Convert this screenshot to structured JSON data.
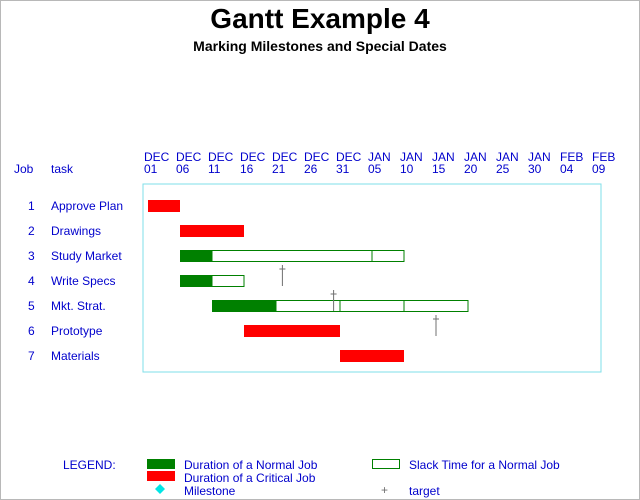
{
  "title": "Gantt Example 4",
  "subtitle": "Marking Milestones and Special Dates",
  "colors": {
    "text": "#0000cc",
    "frame": "#7fdfe8",
    "normal": "#008000",
    "critical": "#ff0000",
    "slack_stroke": "#008000",
    "milestone": "#00e5e5",
    "target": "#707070"
  },
  "chart_data": {
    "type": "gantt",
    "title": "Gantt Example 4",
    "subtitle": "Marking Milestones and Special Dates",
    "columns": [
      "Job",
      "task"
    ],
    "axis": {
      "start": "2023-12-01",
      "end": "2024-02-09",
      "ticks": [
        {
          "date": "2023-12-01",
          "month": "DEC",
          "day": "01"
        },
        {
          "date": "2023-12-06",
          "month": "DEC",
          "day": "06"
        },
        {
          "date": "2023-12-11",
          "month": "DEC",
          "day": "11"
        },
        {
          "date": "2023-12-16",
          "month": "DEC",
          "day": "16"
        },
        {
          "date": "2023-12-21",
          "month": "DEC",
          "day": "21"
        },
        {
          "date": "2023-12-26",
          "month": "DEC",
          "day": "26"
        },
        {
          "date": "2023-12-31",
          "month": "DEC",
          "day": "31"
        },
        {
          "date": "2024-01-05",
          "month": "JAN",
          "day": "05"
        },
        {
          "date": "2024-01-10",
          "month": "JAN",
          "day": "10"
        },
        {
          "date": "2024-01-15",
          "month": "JAN",
          "day": "15"
        },
        {
          "date": "2024-01-20",
          "month": "JAN",
          "day": "20"
        },
        {
          "date": "2024-01-25",
          "month": "JAN",
          "day": "25"
        },
        {
          "date": "2024-01-30",
          "month": "JAN",
          "day": "30"
        },
        {
          "date": "2024-02-04",
          "month": "FEB",
          "day": "04"
        },
        {
          "date": "2024-02-09",
          "month": "FEB",
          "day": "09"
        }
      ]
    },
    "jobs": [
      {
        "job": "1",
        "task": "Approve Plan",
        "bars": [
          {
            "kind": "critical",
            "start": "2023-12-01",
            "end": "2023-12-06"
          }
        ]
      },
      {
        "job": "2",
        "task": "Drawings",
        "bars": [
          {
            "kind": "critical",
            "start": "2023-12-06",
            "end": "2023-12-16"
          }
        ]
      },
      {
        "job": "3",
        "task": "Study Market",
        "bars": [
          {
            "kind": "normal",
            "start": "2023-12-06",
            "end": "2023-12-11"
          },
          {
            "kind": "slack",
            "start": "2023-12-11",
            "end": "2024-01-05"
          },
          {
            "kind": "slack",
            "start": "2024-01-05",
            "end": "2024-01-10"
          }
        ]
      },
      {
        "job": "4",
        "task": "Write Specs",
        "bars": [
          {
            "kind": "normal",
            "start": "2023-12-06",
            "end": "2023-12-11"
          },
          {
            "kind": "slack",
            "start": "2023-12-11",
            "end": "2023-12-16"
          }
        ],
        "target": "2023-12-22"
      },
      {
        "job": "5",
        "task": "Mkt. Strat.",
        "bars": [
          {
            "kind": "normal",
            "start": "2023-12-11",
            "end": "2023-12-21"
          },
          {
            "kind": "slack",
            "start": "2023-12-21",
            "end": "2023-12-31"
          },
          {
            "kind": "slack",
            "start": "2023-12-31",
            "end": "2024-01-10"
          },
          {
            "kind": "slack",
            "start": "2024-01-10",
            "end": "2024-01-20"
          }
        ],
        "target": "2023-12-30"
      },
      {
        "job": "6",
        "task": "Prototype",
        "bars": [
          {
            "kind": "critical",
            "start": "2023-12-16",
            "end": "2023-12-31"
          }
        ],
        "target": "2024-01-15"
      },
      {
        "job": "7",
        "task": "Materials",
        "bars": [
          {
            "kind": "critical",
            "start": "2023-12-31",
            "end": "2024-01-10"
          }
        ]
      }
    ],
    "legend": {
      "label": "LEGEND:",
      "items": [
        {
          "kind": "normal",
          "label": "Duration of a Normal Job"
        },
        {
          "kind": "critical",
          "label": "Duration of a Critical Job"
        },
        {
          "kind": "milestone",
          "label": "Milestone"
        },
        {
          "kind": "slack",
          "label": "Slack Time for a Normal Job"
        },
        {
          "kind": "target",
          "label": "target",
          "symbol": "+"
        }
      ]
    }
  }
}
